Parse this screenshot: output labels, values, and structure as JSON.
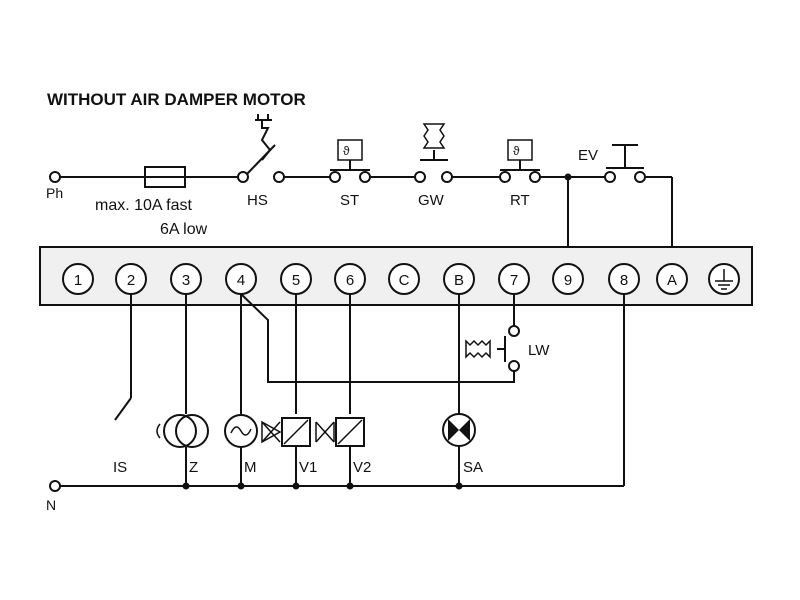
{
  "title": "WITHOUT AIR DAMPER MOTOR",
  "supply": {
    "phase": "Ph",
    "neutral": "N",
    "fuse_line1": "max. 10A fast",
    "fuse_line2": "6A low"
  },
  "top_components": {
    "hs": "HS",
    "st": "ST",
    "gw": "GW",
    "rt": "RT",
    "ev": "EV"
  },
  "terminals": [
    "1",
    "2",
    "3",
    "4",
    "5",
    "6",
    "C",
    "B",
    "7",
    "9",
    "8",
    "A"
  ],
  "bottom_components": {
    "is": "IS",
    "z": "Z",
    "m": "M",
    "v1": "V1",
    "v2": "V2",
    "sa": "SA",
    "lw": "LW"
  },
  "colors": {
    "line": "#111111",
    "strip": "#f0f0f0"
  }
}
